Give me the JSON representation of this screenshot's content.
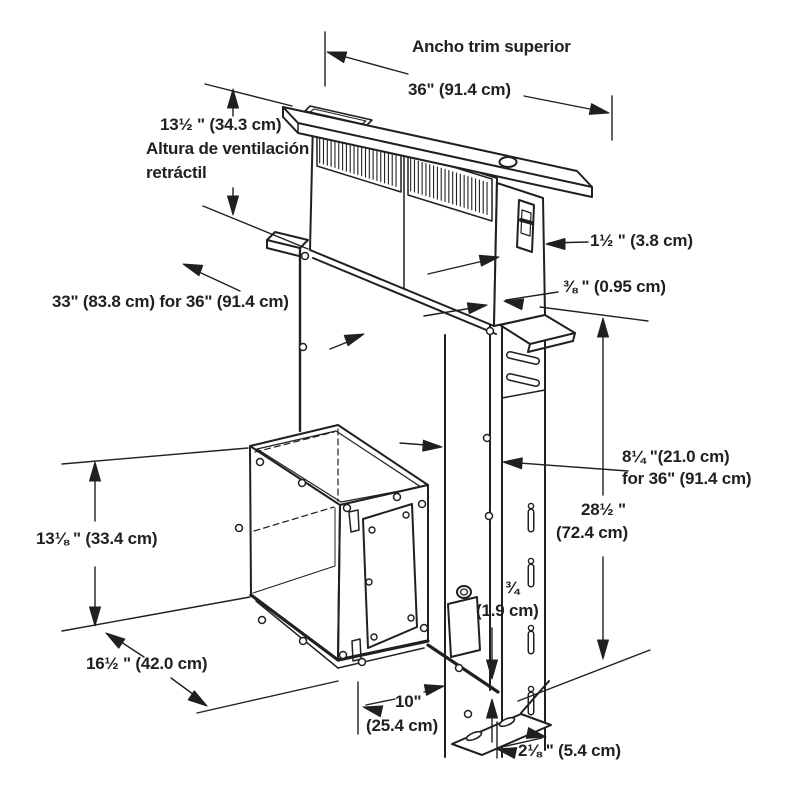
{
  "colors": {
    "line": "#231f20",
    "background": "#ffffff"
  },
  "labels": {
    "trim_anchor": "Ancho trim superior",
    "trim_width": "36\" (91.4 cm)",
    "vent_height": [
      "13½ \" (34.3 cm)",
      "Altura de ventilación",
      "retráctil"
    ],
    "trim_thickness": "1½ \" (3.8 cm)",
    "panel_gap": "⅜ \" (0.95 cm)",
    "cutout_width": "33\" (83.8 cm) for 36\" (91.4 cm)",
    "duct_offset": [
      "8¼ \"(21.0 cm)",
      "for 36\" (91.4 cm)"
    ],
    "overall_height": [
      "28½ \"",
      "(72.4 cm)"
    ],
    "box_height": "13⅛ \" (33.4 cm)",
    "box_depth": "16½ \" (42.0 cm)",
    "box_width": [
      "10\"",
      "(25.4 cm)"
    ],
    "floor_clearance": [
      "¾",
      "(1.9 cm)"
    ],
    "bracket_width": "2⅛ \" (5.4 cm)"
  }
}
